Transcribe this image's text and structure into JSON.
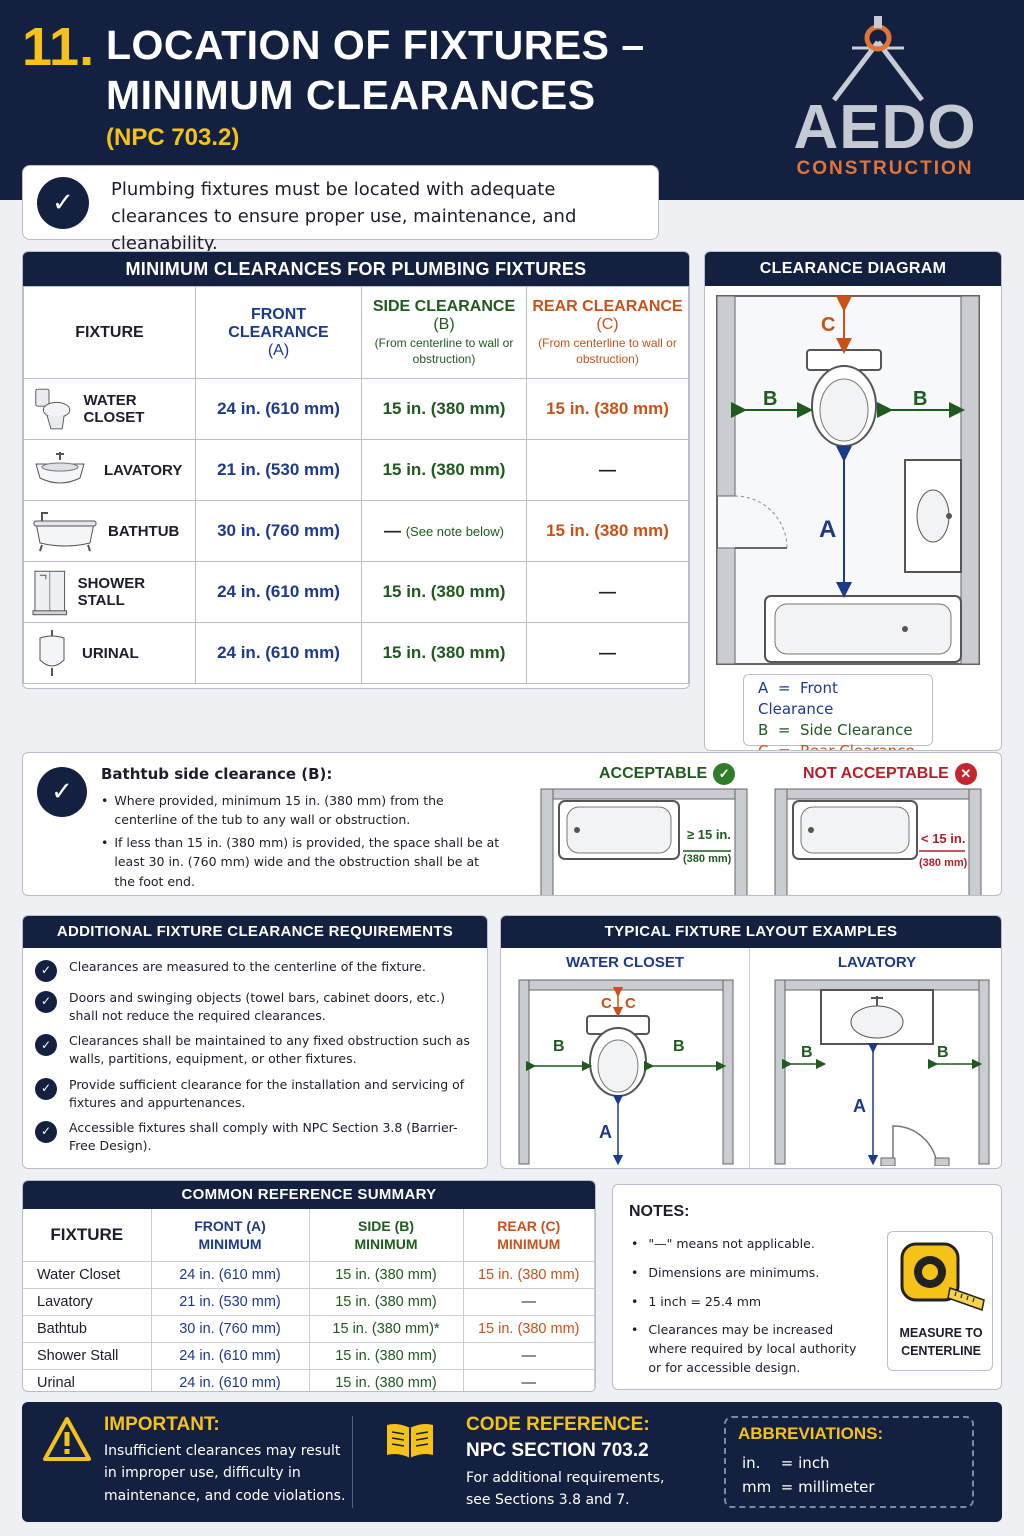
{
  "header": {
    "number": "11.",
    "title_line1": "LOCATION OF FIXTURES –",
    "title_line2": "MINIMUM CLEARANCES",
    "subtitle": "(NPC 703.2)",
    "logo_main": "AEDO",
    "logo_sub": "CONSTRUCTION"
  },
  "intro": {
    "text": "Plumbing fixtures must be located with adequate clearances to ensure proper use, maintenance, and cleanability."
  },
  "main_table": {
    "title": "MINIMUM CLEARANCES FOR PLUMBING FIXTURES",
    "col_fixture": "FIXTURE",
    "col_front": "FRONT CLEARANCE",
    "col_front_sub": "(A)",
    "col_side": "SIDE CLEARANCE",
    "col_side_sub": "(B)",
    "col_side_note": "(From centerline to wall or obstruction)",
    "col_rear": "REAR CLEARANCE",
    "col_rear_sub": "(C)",
    "col_rear_note": "(From centerline to wall or obstruction)",
    "rows": [
      {
        "fixture": "WATER CLOSET",
        "icon": "toilet-icon",
        "front": "24 in. (610 mm)",
        "side": "15 in. (380 mm)",
        "side_note": "",
        "rear": "15 in. (380 mm)"
      },
      {
        "fixture": "LAVATORY",
        "icon": "lavatory-icon",
        "front": "21 in. (530 mm)",
        "side": "15 in. (380 mm)",
        "side_note": "",
        "rear": "—"
      },
      {
        "fixture": "BATHTUB",
        "icon": "bathtub-icon",
        "front": "30 in. (760 mm)",
        "side": "—",
        "side_note": "(See note below)",
        "rear": "15 in. (380 mm)"
      },
      {
        "fixture": "SHOWER STALL",
        "icon": "shower-icon",
        "front": "24 in. (610 mm)",
        "side": "15 in. (380 mm)",
        "side_note": "",
        "rear": "—"
      },
      {
        "fixture": "URINAL",
        "icon": "urinal-icon",
        "front": "24 in. (610 mm)",
        "side": "15 in. (380 mm)",
        "side_note": "",
        "rear": "—"
      }
    ]
  },
  "diagram": {
    "title": "CLEARANCE DIAGRAM",
    "label_a": "A",
    "label_b": "B",
    "label_c": "C",
    "legend": [
      {
        "key": "A",
        "eq": "=",
        "text": "Front Clearance",
        "color": "#1d3a8a"
      },
      {
        "key": "B",
        "eq": "=",
        "text": "Side Clearance",
        "color": "#1f5a1e"
      },
      {
        "key": "C",
        "eq": "=",
        "text": "Rear Clearance",
        "color": "#c9521a"
      }
    ]
  },
  "bathtub_note": {
    "title": "Bathtub side clearance (B):",
    "bullet1": "Where provided, minimum 15 in. (380 mm) from the centerline of the tub to any wall or obstruction.",
    "bullet2": "If less than 15 in. (380 mm) is provided, the space shall be at least 30 in. (760 mm) wide and the obstruction shall be at the foot end.",
    "acceptable_label": "ACCEPTABLE",
    "acceptable_dim": "≥ 15 in.",
    "acceptable_mm": "(380 mm)",
    "not_acceptable_label": "NOT ACCEPTABLE",
    "not_acceptable_dim": "< 15 in.",
    "not_acceptable_mm": "(380 mm)"
  },
  "additional": {
    "title": "ADDITIONAL FIXTURE CLEARANCE REQUIREMENTS",
    "items": [
      "Clearances are measured to the centerline of the fixture.",
      "Doors and swinging objects (towel bars, cabinet doors, etc.) shall not reduce the required clearances.",
      "Clearances shall be maintained to any fixed obstruction such as walls, partitions, equipment, or other fixtures.",
      "Provide sufficient clearance for the installation and servicing of fixtures and appurtenances.",
      "Accessible fixtures shall comply with NPC Section 3.8 (Barrier-Free Design)."
    ]
  },
  "layouts": {
    "title": "TYPICAL FIXTURE LAYOUT EXAMPLES",
    "wc_title": "WATER CLOSET",
    "lav_title": "LAVATORY"
  },
  "summary": {
    "title": "COMMON REFERENCE SUMMARY",
    "col_fixture": "FIXTURE",
    "col_front": "FRONT (A)",
    "col_side": "SIDE (B)",
    "col_rear": "REAR (C)",
    "min": "MINIMUM",
    "rows": [
      {
        "fixture": "Water Closet",
        "front": "24 in. (610 mm)",
        "side": "15 in. (380 mm)",
        "rear": "15 in. (380 mm)"
      },
      {
        "fixture": "Lavatory",
        "front": "21 in. (530 mm)",
        "side": "15 in. (380 mm)",
        "rear": "—"
      },
      {
        "fixture": "Bathtub",
        "front": "30 in. (760 mm)",
        "side": "15 in. (380 mm)*",
        "rear": "15 in. (380 mm)"
      },
      {
        "fixture": "Shower Stall",
        "front": "24 in. (610 mm)",
        "side": "15 in. (380 mm)",
        "rear": "—"
      },
      {
        "fixture": "Urinal",
        "front": "24 in. (610 mm)",
        "side": "15 in. (380 mm)",
        "rear": "—"
      }
    ]
  },
  "notes": {
    "title": "NOTES:",
    "items": [
      "\"—\" means not applicable.",
      "Dimensions are minimums.",
      "1 inch = 25.4 mm",
      "Clearances may be increased where required by local authority or for accessible design."
    ],
    "tape_label": "MEASURE TO CENTERLINE"
  },
  "footer": {
    "important_title": "IMPORTANT:",
    "important_text": "Insufficient clearances may result in improper use, difficulty in maintenance, and code violations.",
    "code_title": "CODE REFERENCE:",
    "code_section": "NPC SECTION 703.2",
    "code_text": "For additional requirements, see Sections 3.8 and 7.",
    "abbr_title": "ABBREVIATIONS:",
    "abbr": [
      {
        "key": "in.",
        "eq": "=",
        "val": "inch"
      },
      {
        "key": "mm",
        "eq": "=",
        "val": "millimeter"
      }
    ]
  },
  "colors": {
    "navy": "#13203f",
    "yellow": "#f5c21a",
    "front_a": "#1d3a8a",
    "side_b": "#1f5a1e",
    "rear_c": "#c9521a",
    "red": "#b3202a"
  }
}
